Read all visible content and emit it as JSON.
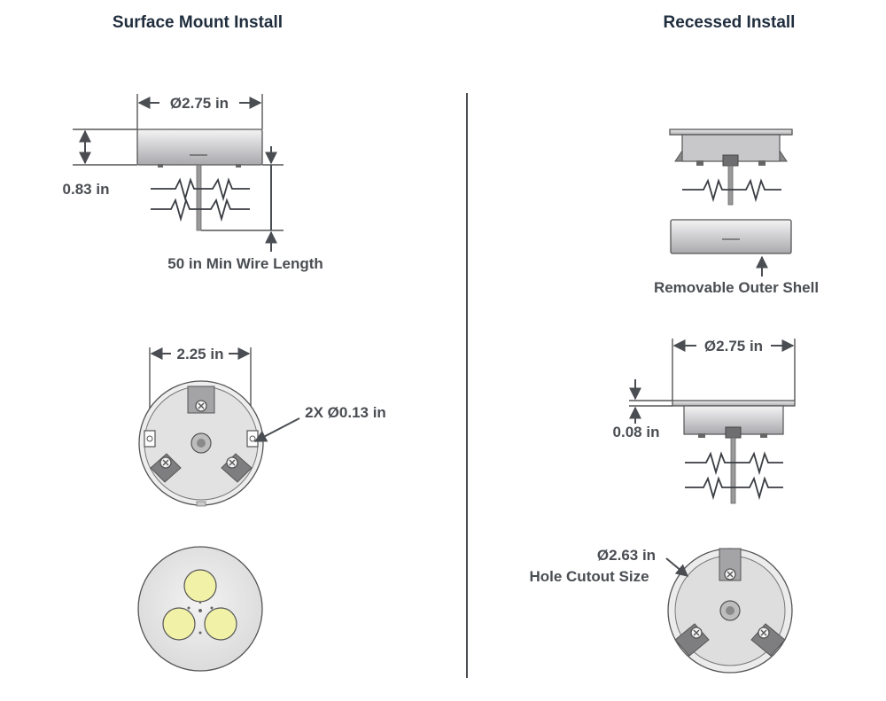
{
  "sections": {
    "surface_title": "Surface Mount Install",
    "recessed_title": "Recessed Install"
  },
  "labels": {
    "surface_diameter": "Ø2.75 in",
    "surface_height": "0.83 in",
    "wire_length": "50 in Min Wire Length",
    "mount_spacing": "2.25 in",
    "mount_holes": "2X Ø0.13 in",
    "removable_shell": "Removable Outer Shell",
    "recessed_diameter": "Ø2.75 in",
    "flange_thickness": "0.08 in",
    "hole_cutout_dia": "Ø2.63 in",
    "hole_cutout_text": "Hole Cutout Size"
  },
  "colors": {
    "title": "#1f2d3d",
    "dimension": "#4a4d52",
    "body_metal": "#c9c9cb",
    "led": "#f1f1a8",
    "face": "#e6e6e6",
    "bracket": "#7a7a7a"
  },
  "icons": [
    "screw-icon",
    "led-emitter-icon",
    "wire-break-icon"
  ]
}
